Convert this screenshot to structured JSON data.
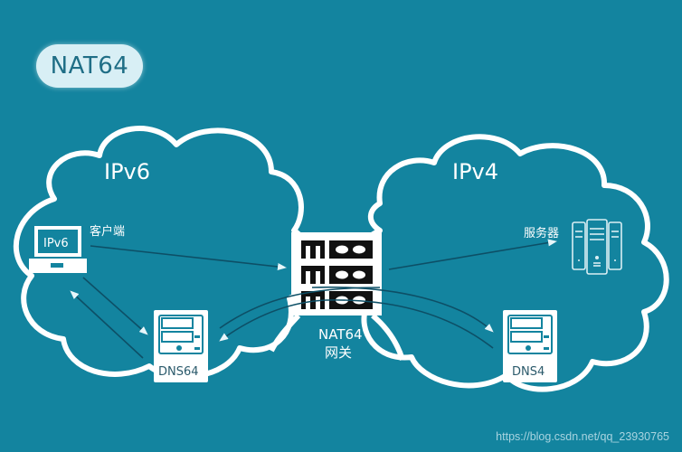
{
  "title": "NAT64",
  "colors": {
    "background": "#13849f",
    "pill_background": "#d8eff5",
    "pill_text": "#1f6e86",
    "outline": "#ffffff",
    "arrow": "#0d4f66",
    "gateway_block": "#111111"
  },
  "networks": {
    "ipv6": {
      "label": "IPv6"
    },
    "ipv4": {
      "label": "IPv4"
    }
  },
  "nodes": {
    "client": {
      "screen_label": "IPv6",
      "label": "客户端",
      "icon": "laptop-icon"
    },
    "dns64": {
      "label": "DNS64",
      "icon": "server-icon"
    },
    "gateway": {
      "label_line1": "NAT64",
      "label_line2": "网关",
      "icon": "gateway-icon"
    },
    "server": {
      "label": "服务器",
      "icon": "server-rack-icon"
    },
    "dns4": {
      "label": "DNS4",
      "icon": "server-icon"
    }
  },
  "watermark": "https://blog.csdn.net/qq_23930765"
}
